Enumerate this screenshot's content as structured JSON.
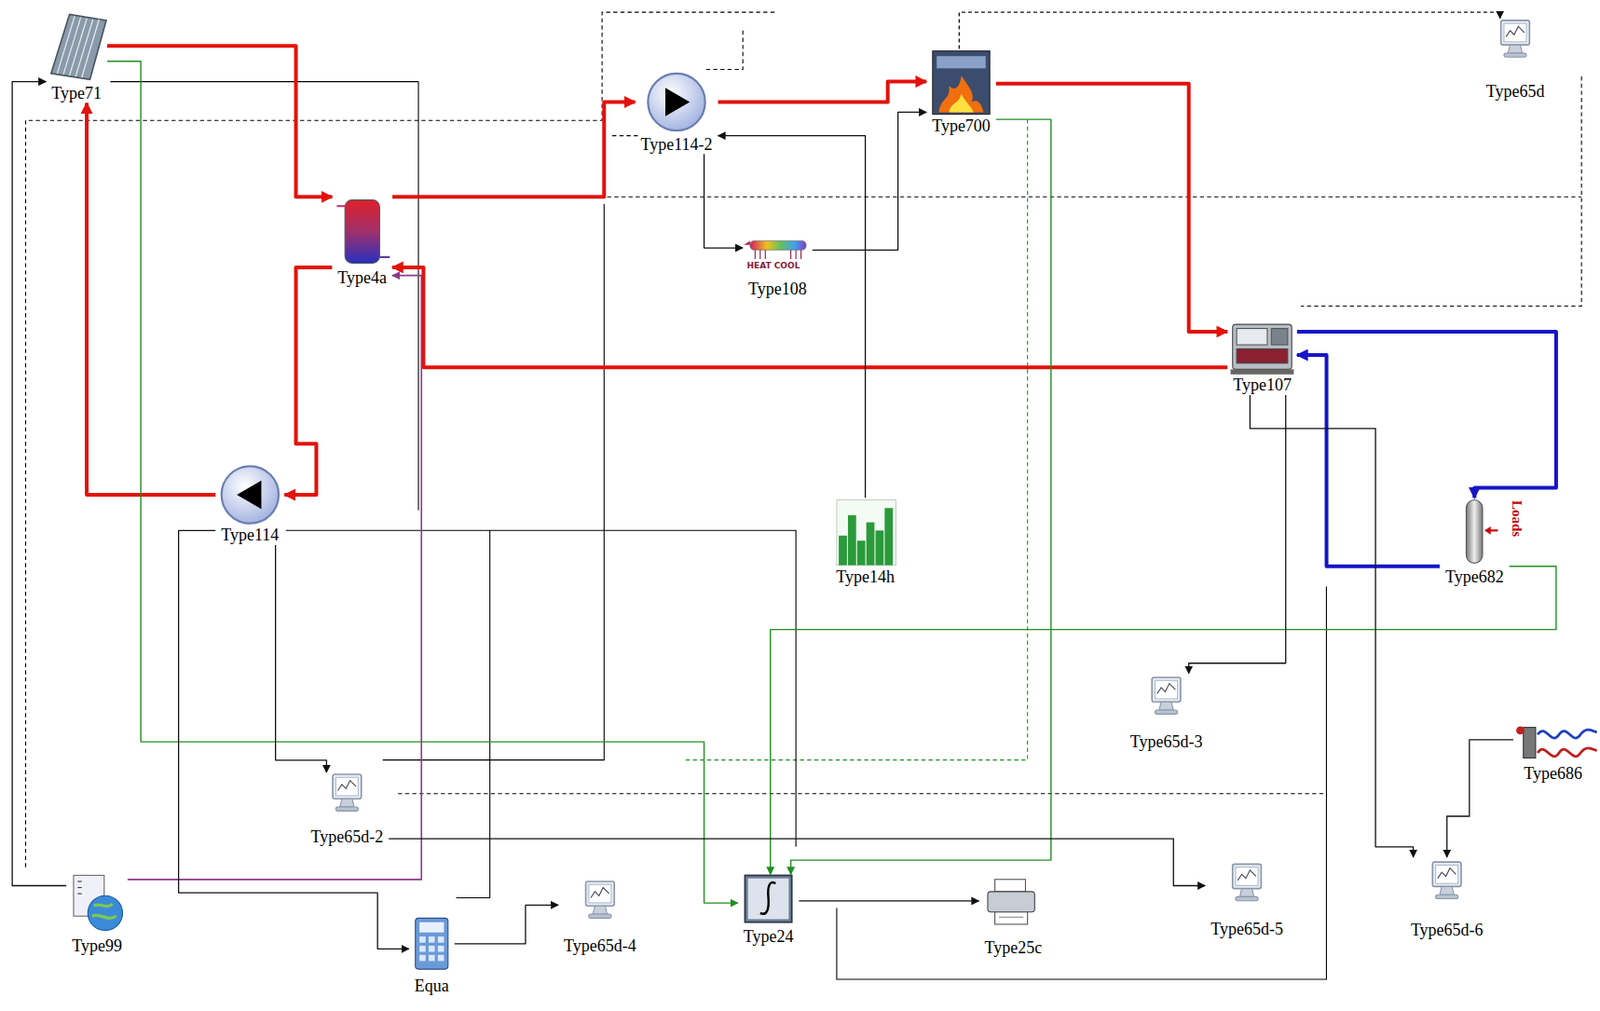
{
  "diagram": {
    "nodes": [
      {
        "text": [
          "Type71"
        ]
      },
      {
        "text": [
          "Type4a"
        ]
      },
      {
        "text": [
          "Type114"
        ]
      },
      {
        "text": [
          "Type114-2"
        ]
      },
      {
        "text": [
          "Type700"
        ]
      },
      {
        "text": [
          "Type108"
        ]
      },
      {
        "text": [
          "Type14h"
        ]
      },
      {
        "text": [
          "Type107"
        ]
      },
      {
        "text": [
          "Type682"
        ]
      },
      {
        "text": [
          "Type686"
        ]
      },
      {
        "text": [
          "Type65d"
        ]
      },
      {
        "text": [
          "Type65d-2"
        ]
      },
      {
        "text": [
          "Type65d-3"
        ]
      },
      {
        "text": [
          "Type65d-4"
        ]
      },
      {
        "text": [
          "Type65d-5"
        ]
      },
      {
        "text": [
          "Type65d-6"
        ]
      },
      {
        "text": [
          "Type99"
        ]
      },
      {
        "text": [
          "Equa"
        ]
      },
      {
        "text": [
          "Type24"
        ]
      },
      {
        "text": [
          "Type25c"
        ]
      }
    ],
    "edges": [
      {
        "from": 0,
        "to": 1,
        "arrow": "to"
      },
      {
        "from": 1,
        "to": 3,
        "arrow": "to"
      },
      {
        "from": 3,
        "to": 4,
        "arrow": "to"
      },
      {
        "from": 4,
        "to": 7,
        "arrow": "to"
      },
      {
        "from": 7,
        "to": 1,
        "arrow": "to"
      },
      {
        "from": 1,
        "to": 2,
        "arrow": "to"
      },
      {
        "from": 2,
        "to": 0,
        "arrow": "to"
      },
      {
        "from": 7,
        "to": 8,
        "arrow": "to"
      },
      {
        "from": 8,
        "to": 7,
        "arrow": "to"
      },
      {
        "from": 6,
        "to": 3,
        "arrow": "to"
      },
      {
        "from": 3,
        "to": 5,
        "arrow": "to"
      },
      {
        "from": 5,
        "to": 4,
        "arrow": "to"
      },
      {
        "from": 16,
        "to": 0,
        "arrow": "to"
      },
      {
        "from": 0,
        "to": 18,
        "arrow": "to"
      },
      {
        "from": 8,
        "to": 18,
        "arrow": "to"
      },
      {
        "from": 4,
        "to": 18,
        "arrow": "to"
      },
      {
        "from": 18,
        "to": 19,
        "arrow": "to"
      },
      {
        "from": 16,
        "to": 1,
        "arrow": "to"
      },
      {
        "from": 17,
        "to": 13,
        "arrow": "to"
      },
      {
        "from": 7,
        "to": 12,
        "arrow": "to"
      },
      {
        "from": 7,
        "to": 15,
        "arrow": "to"
      },
      {
        "from": 9,
        "to": 15,
        "arrow": "to"
      },
      {
        "from": 4,
        "to": 10,
        "arrow": "to"
      },
      {
        "from": 2,
        "to": 17,
        "arrow": "to"
      },
      {
        "from": 2,
        "to": 11,
        "arrow": "to"
      },
      {
        "from": 11,
        "to": 14,
        "arrow": "to"
      }
    ],
    "labels": [
      "HEAT COOL",
      "Loads"
    ]
  }
}
